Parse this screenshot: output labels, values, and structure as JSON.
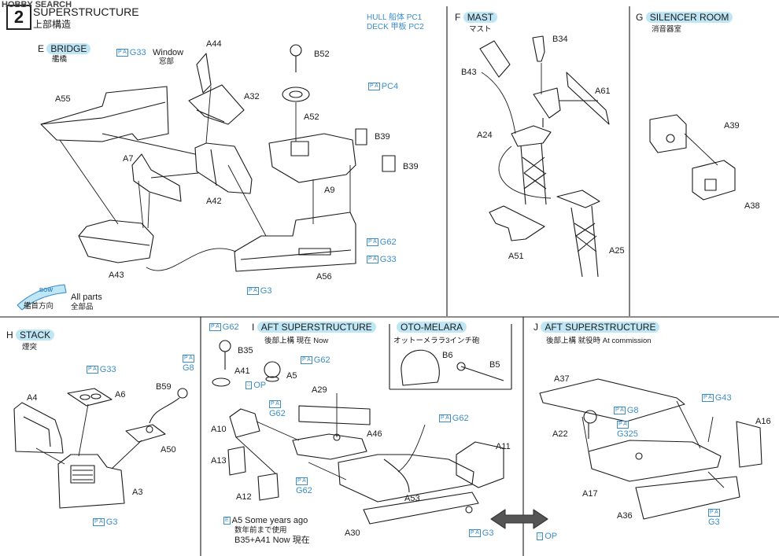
{
  "header": {
    "watermark": "HOBBY SEARCH",
    "step_number": "2",
    "title_en": "SUPERSTRUCTURE",
    "title_jp": "上部構造",
    "paint_hull": "HULL 船体 PC1",
    "paint_deck": "DECK 甲板 PC2"
  },
  "sections": {
    "bridge": {
      "letter": "E",
      "title": "BRIDGE",
      "title_jp": "艦橋"
    },
    "mast": {
      "letter": "F",
      "title": "MAST",
      "title_jp": "マスト"
    },
    "silencer": {
      "letter": "G",
      "title": "SILENCER ROOM",
      "title_jp": "消音器室"
    },
    "stack": {
      "letter": "H",
      "title": "STACK",
      "title_jp": "煙突"
    },
    "aft_now": {
      "letter": "I",
      "title": "AFT SUPERSTRUCTURE",
      "subtitle": "後部上構 現在 Now"
    },
    "oto": {
      "title": "OTO-MELARA",
      "subtitle": "オットーメララ3インチ砲"
    },
    "aft_commission": {
      "letter": "J",
      "title": "AFT SUPERSTRUCTURE",
      "subtitle": "後部上構 就役時 At commission"
    }
  },
  "bridge_labels": {
    "window_en": "Window",
    "window_jp": "窓部",
    "a44": "A44",
    "a32": "A32",
    "a55": "A55",
    "a7": "A7",
    "a42": "A42",
    "a43": "A43",
    "a52": "A52",
    "b52": "B52",
    "b39a": "B39",
    "b39b": "B39",
    "a9": "A9",
    "a56": "A56",
    "g33": "G33",
    "pc4": "PC4",
    "g62": "G62",
    "g33b": "G33",
    "g3": "G3"
  },
  "legend": {
    "icon_text": "BOW",
    "icon_jp": "艦首方向",
    "all_en": "All parts",
    "all_jp": "全部品"
  },
  "mast_labels": {
    "b34": "B34",
    "b43": "B43",
    "a61": "A61",
    "a24": "A24",
    "a51": "A51",
    "a25": "A25"
  },
  "silencer_labels": {
    "a39": "A39",
    "a38": "A38"
  },
  "stack_labels": {
    "g33": "G33",
    "g8": "G8",
    "a4": "A4",
    "a6": "A6",
    "b59": "B59",
    "a50": "A50",
    "a3": "A3",
    "g3": "G3"
  },
  "aft_now_labels": {
    "g62a": "G62",
    "b35": "B35",
    "a41": "A41",
    "g62b": "G62",
    "a5": "A5",
    "op": "OP",
    "a29": "A29",
    "g62c": "G62",
    "a10": "A10",
    "g62d": "G62",
    "a46": "A46",
    "a13": "A13",
    "a11": "A11",
    "a12": "A12",
    "g62e": "G62",
    "a53": "A53",
    "a30": "A30",
    "g3": "G3",
    "note_en": "A5 Some years ago",
    "note_jp": "数年前まで使用",
    "note_b": "B35+A41 Now 現在"
  },
  "oto_labels": {
    "b6": "B6",
    "b5": "B5"
  },
  "aft_comm_labels": {
    "a37": "A37",
    "g43": "G43",
    "g8": "G8",
    "a22": "A22",
    "g325": "G325",
    "a16": "A16",
    "a17": "A17",
    "a36": "A36",
    "g3": "G3",
    "op": "OP"
  },
  "colors": {
    "accent_blue": "#3a8dc8",
    "highlight": "#bfe6f5",
    "line": "#1a1a1a"
  }
}
